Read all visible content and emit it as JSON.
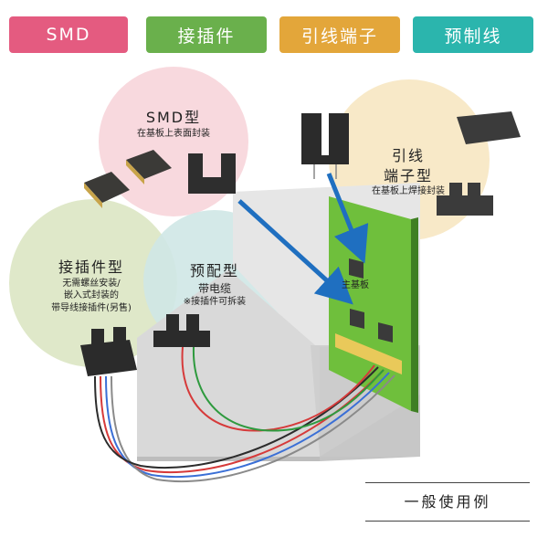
{
  "tabs": [
    {
      "label": "SMD",
      "color": "#e45b80"
    },
    {
      "label": "接插件",
      "color": "#6ab04c"
    },
    {
      "label": "引线端子",
      "color": "#e3a63a"
    },
    {
      "label": "预制线",
      "color": "#2bb5ad"
    }
  ],
  "smd": {
    "title": "SMD型",
    "subtitle": "在基板上表面封装"
  },
  "lead": {
    "title_line1": "引线",
    "title_line2": "端子型",
    "subtitle": "在基板上焊接封装"
  },
  "connector": {
    "title": "接插件型",
    "line1": "无需螺丝安装/",
    "line2": "嵌入式封装的",
    "line3": "带导线接插件(另售)"
  },
  "cable": {
    "title": "预配型",
    "line1": "带电缆",
    "line2": "※接插件可拆装"
  },
  "board": {
    "label": "主基板"
  },
  "footer": {
    "label": "一般使用例"
  },
  "colors": {
    "smd_bubble": "#f8d9de",
    "lead_bubble": "#f8e9c8",
    "connector_bubble": "#dfe8c9",
    "cable_bubble": "#cfe7e5",
    "board_green": "#6fbf3c",
    "arrow_blue": "#1f6fc0",
    "sensor_dark": "#2b2b2b"
  }
}
